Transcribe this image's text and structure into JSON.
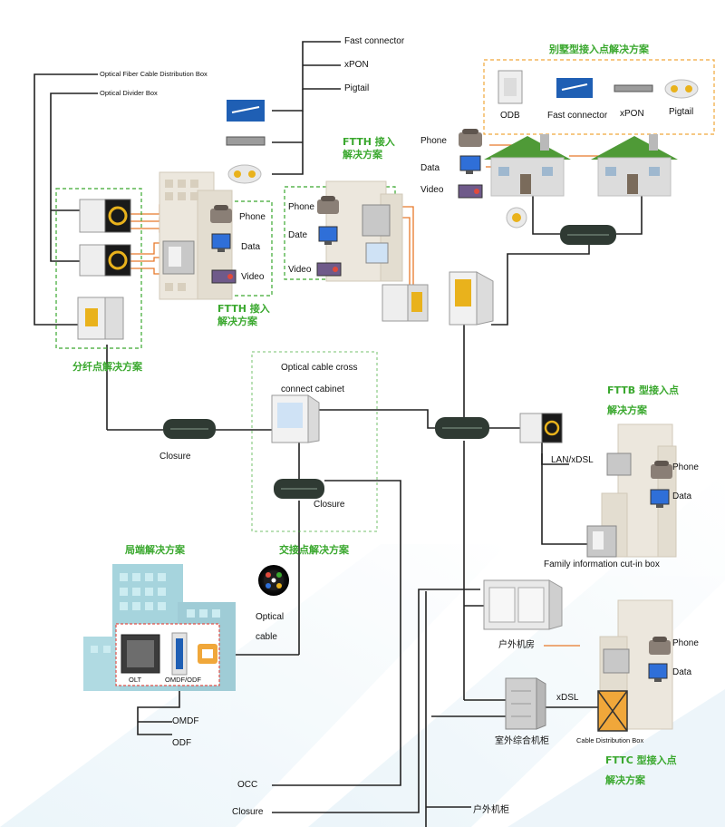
{
  "colors": {
    "green": "#3aa82e",
    "orange": "#e8792a",
    "line": "#222222",
    "building": "#a6d4dd",
    "roof": "#4f9a37"
  },
  "labels": {
    "fiber_box": "Optical Fiber Cable Distribution Box",
    "divider_box": "Optical Divider Box",
    "fast_connector": "Fast connector",
    "xpon": "xPON",
    "pigtail": "Pigtail",
    "ftth_left": "FTTH 接入\n解决方案",
    "ftth_mid": "FTTH 接入\n解决方案",
    "villa_title": "别墅型接入点解决方案",
    "villa_odb": "ODB",
    "villa_fast": "Fast connector",
    "villa_xpon": "xPON",
    "villa_pigtail": "Pigtail",
    "phone": "Phone",
    "data": "Data",
    "video": "Video",
    "date": "Date",
    "split_title": "分纤点解决方案",
    "closure": "Closure",
    "cross_cabinet": "Optical cable cross\nconnect cabinet",
    "cross_closure": "Closure",
    "cross_title": "交接点解决方案",
    "fttb_title": "FTTB 型接入点\n解决方案",
    "lan_xdsl": "LAN/xDSL",
    "family_box": "Family information cut-in box",
    "central_title": "局端解决方案",
    "olt": "OLT",
    "omdf_odf": "OMDF/ODF",
    "omdf": "OMDF",
    "odf": "ODF",
    "optical_cable": "Optical\ncable",
    "outdoor_room": "户外机房",
    "outdoor_integrated": "室外综合机柜",
    "cable_dist_box": "Cable Distribution Box",
    "xdsl": "xDSL",
    "fttc_title": "FTTC 型接入点\n解决方案",
    "occ": "OCC",
    "closure_bottom": "Closure",
    "outdoor_cabinet": "户外机柜"
  }
}
